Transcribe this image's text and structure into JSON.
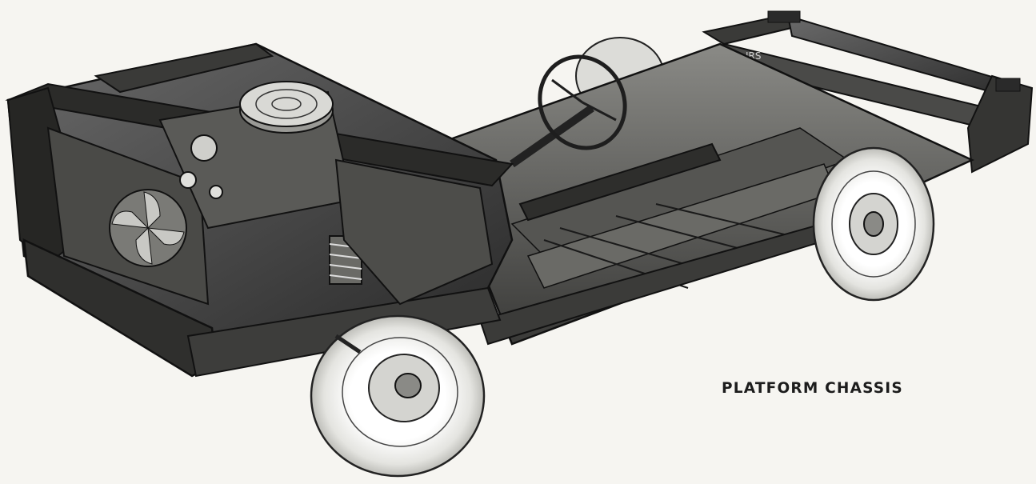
{
  "illustration": {
    "subject": "platform-chassis-cutaway",
    "caption": "PLATFORM CHASSIS",
    "frame_stamp": "IRS",
    "ink_color": "#1e1e1e",
    "paper_color": "#f6f5f1"
  }
}
